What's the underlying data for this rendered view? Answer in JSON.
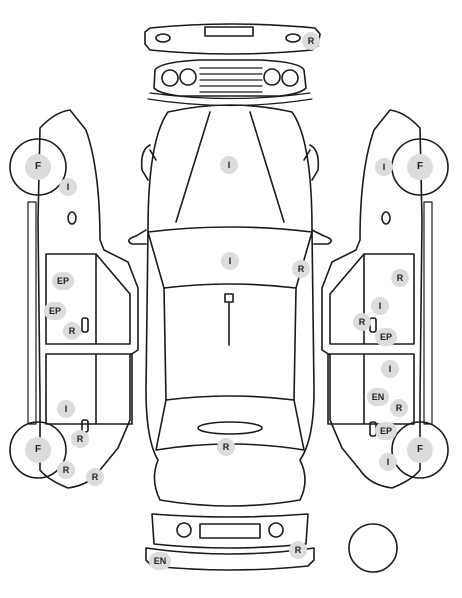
{
  "markers": [
    {
      "id": "front-bumper-r",
      "label": "R"
    },
    {
      "id": "hood-i",
      "label": "I"
    },
    {
      "id": "windshield-i",
      "label": "I"
    },
    {
      "id": "right-a-pillar-r",
      "label": "R"
    },
    {
      "id": "trunk-r",
      "label": "R"
    },
    {
      "id": "rear-bumper-r",
      "label": "R"
    },
    {
      "id": "rear-skirt-en",
      "label": "EN"
    },
    {
      "id": "left-front-wheel-f",
      "label": "F"
    },
    {
      "id": "left-front-fender-i",
      "label": "I"
    },
    {
      "id": "left-front-door-ep-1",
      "label": "EP"
    },
    {
      "id": "left-front-door-ep-2",
      "label": "EP"
    },
    {
      "id": "left-front-door-r",
      "label": "R"
    },
    {
      "id": "left-rear-door-i",
      "label": "I"
    },
    {
      "id": "left-rear-wheel-f",
      "label": "F"
    },
    {
      "id": "left-rear-handle-r",
      "label": "R"
    },
    {
      "id": "left-rear-fender-r-1",
      "label": "R"
    },
    {
      "id": "left-rear-fender-r-2",
      "label": "R"
    },
    {
      "id": "right-front-wheel-f",
      "label": "F"
    },
    {
      "id": "right-front-fender-i",
      "label": "I"
    },
    {
      "id": "right-front-door-r",
      "label": "R"
    },
    {
      "id": "right-front-door-i",
      "label": "I"
    },
    {
      "id": "right-front-handle-r",
      "label": "R"
    },
    {
      "id": "right-front-door-ep",
      "label": "EP"
    },
    {
      "id": "right-rear-door-i",
      "label": "I"
    },
    {
      "id": "right-rear-door-en",
      "label": "EN"
    },
    {
      "id": "right-rear-door-r",
      "label": "R"
    },
    {
      "id": "right-rear-door-ep",
      "label": "EP"
    },
    {
      "id": "right-rear-wheel-f",
      "label": "F"
    },
    {
      "id": "right-rear-fender-i",
      "label": "I"
    }
  ]
}
